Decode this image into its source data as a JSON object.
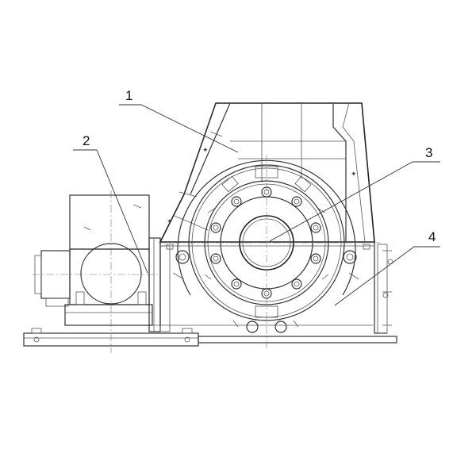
{
  "callouts": [
    {
      "id": "1",
      "label": "1"
    },
    {
      "id": "2",
      "label": "2"
    },
    {
      "id": "3",
      "label": "3"
    },
    {
      "id": "4",
      "label": "4"
    }
  ],
  "colors": {
    "line": "#333333",
    "background": "#ffffff"
  }
}
